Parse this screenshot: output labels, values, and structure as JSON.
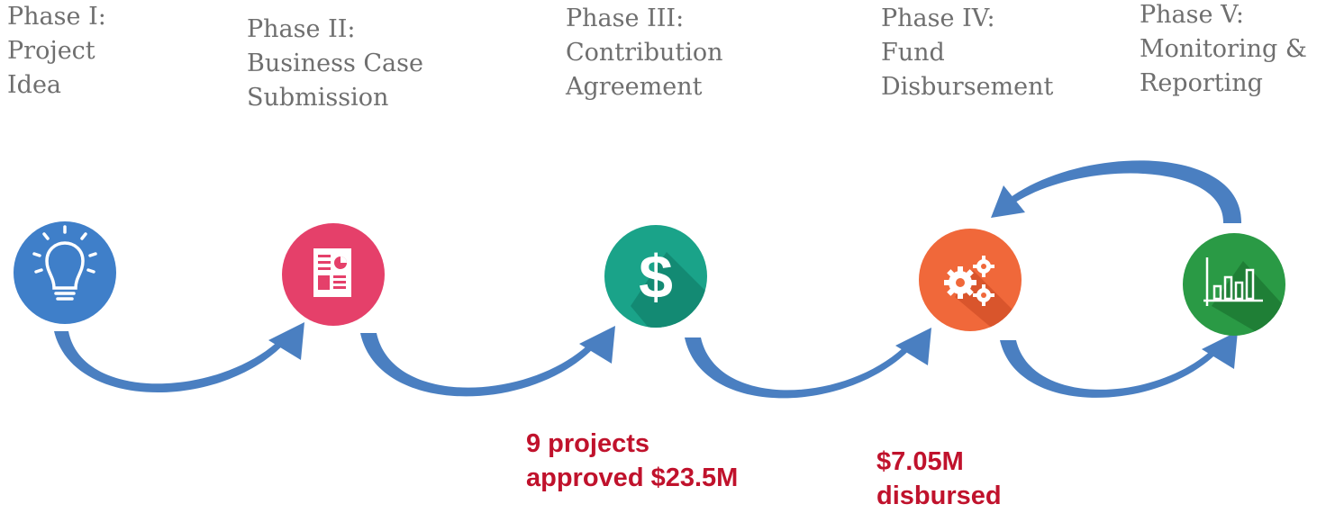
{
  "phases": [
    {
      "lines": [
        "Phase I:",
        "Project",
        "Idea"
      ],
      "icon": "lightbulb-icon",
      "color": "#3f7fc9"
    },
    {
      "lines": [
        "Phase II:",
        "Business Case",
        "Submission"
      ],
      "icon": "document-chart-icon",
      "color": "#e5406a"
    },
    {
      "lines": [
        "Phase III:",
        "Contribution",
        "Agreement"
      ],
      "icon": "dollar-icon",
      "color": "#1aa389"
    },
    {
      "lines": [
        "Phase IV:",
        "Fund",
        "Disbursement"
      ],
      "icon": "gears-icon",
      "color": "#f0683a"
    },
    {
      "lines": [
        "Phase V:",
        "Monitoring &",
        "Reporting"
      ],
      "icon": "bar-chart-icon",
      "color": "#2a9a45"
    }
  ],
  "annotations": {
    "approved": {
      "line1": "9 projects",
      "line2": "approved $23.5M"
    },
    "disbursed": {
      "line1": "$7.05M",
      "line2": "disbursed"
    }
  },
  "colors": {
    "label_text": "#6f6f6f",
    "annotation_text": "#c0122c",
    "arrow_fill": "#4a7fc1"
  }
}
